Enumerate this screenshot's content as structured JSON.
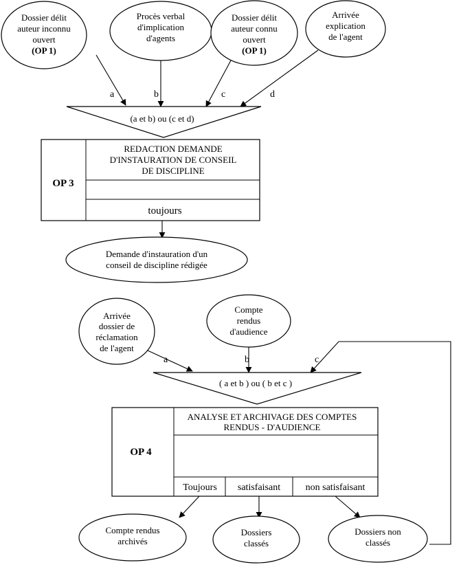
{
  "op3": {
    "inputs": [
      {
        "lines": [
          "Dossier délit",
          "auteur inconnu",
          "ouvert"
        ],
        "op": "(OP 1)"
      },
      {
        "lines": [
          "Procès verbal",
          "d'implication",
          "d'agents"
        ]
      },
      {
        "lines": [
          "Dossier délit",
          "auteur connu",
          "ouvert"
        ],
        "op": "(OP 1)"
      },
      {
        "lines": [
          "Arrivée",
          "explication",
          "de l'agent"
        ]
      }
    ],
    "arrow_labels": [
      "a",
      "b",
      "c",
      "d"
    ],
    "synchro": "(a et b) ou (c et d)",
    "label": "OP 3",
    "title_lines": [
      "REDACTION DEMANDE",
      "D'INSTAURATION DE CONSEIL",
      "DE DISCIPLINE"
    ],
    "rule": "toujours",
    "output_lines": [
      "Demande d'instauration d'un",
      "conseil de discipline rédigée"
    ]
  },
  "op4": {
    "inputs": [
      {
        "lines": [
          "Arrivée",
          "dossier de",
          "réclamation",
          "de l'agent"
        ]
      },
      {
        "lines": [
          "Compte",
          "rendus",
          "d'audience"
        ]
      }
    ],
    "arrow_labels": [
      "a",
      "b",
      "c"
    ],
    "synchro": "( a et b ) ou ( b et c )",
    "label": "OP 4",
    "title_lines": [
      "ANALYSE ET ARCHIVAGE DES COMPTES",
      "RENDUS - D'AUDIENCE"
    ],
    "rules": [
      "Toujours",
      "satisfaisant",
      "non satisfaisant"
    ],
    "outputs": [
      {
        "lines": [
          "Compte rendus",
          "archivés"
        ]
      },
      {
        "lines": [
          "Dossiers",
          "classés"
        ]
      },
      {
        "lines": [
          "Dossiers non",
          "classés"
        ]
      }
    ]
  }
}
